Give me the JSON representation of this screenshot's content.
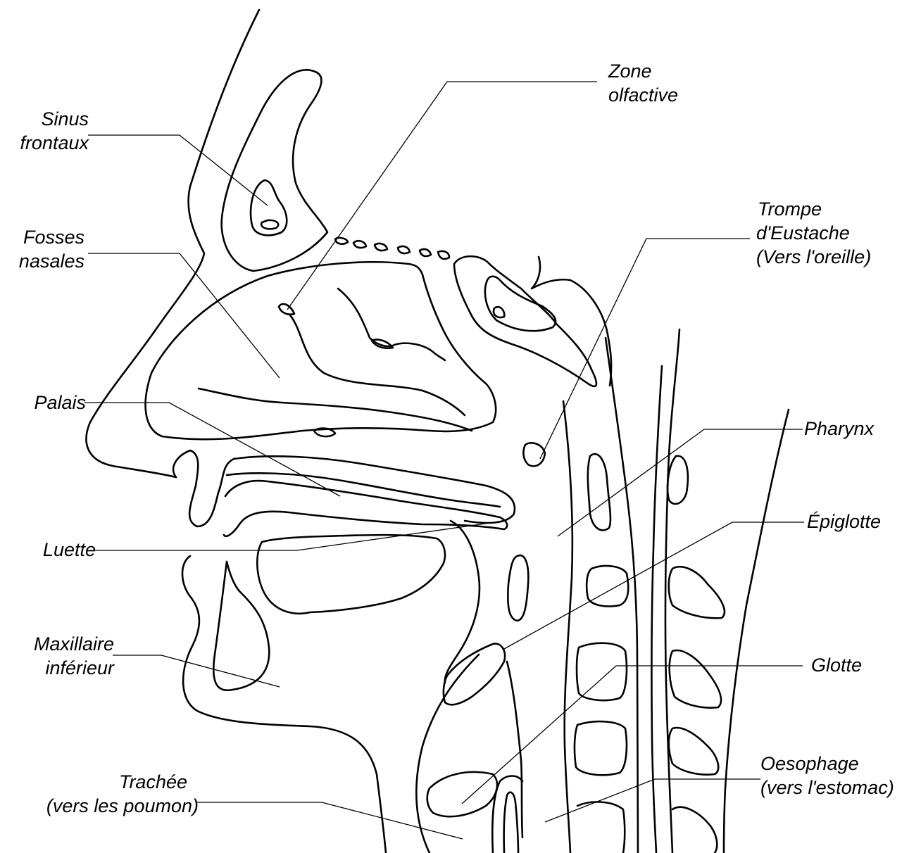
{
  "labels": {
    "sinus": {
      "line1": "Sinus",
      "line2": "frontaux"
    },
    "olfactive": {
      "line1": "Zone",
      "line2": "olfactive"
    },
    "trompe": {
      "line1": "Trompe",
      "line2": "d'Eustache",
      "line3": "(Vers l'oreille)"
    },
    "fosses": {
      "line1": "Fosses",
      "line2": "nasales"
    },
    "palais": {
      "line1": "Palais"
    },
    "pharynx": {
      "line1": "Pharynx"
    },
    "epiglotte": {
      "line1": "Épiglotte"
    },
    "luette": {
      "line1": "Luette"
    },
    "maxillaire": {
      "line1": "Maxillaire",
      "line2": "inférieur"
    },
    "glotte": {
      "line1": "Glotte"
    },
    "trachee": {
      "line1": "Trachée",
      "line2": "(vers les poumon)"
    },
    "oesophage": {
      "line1": "Oesophage",
      "line2": "(vers l'estomac)"
    }
  }
}
